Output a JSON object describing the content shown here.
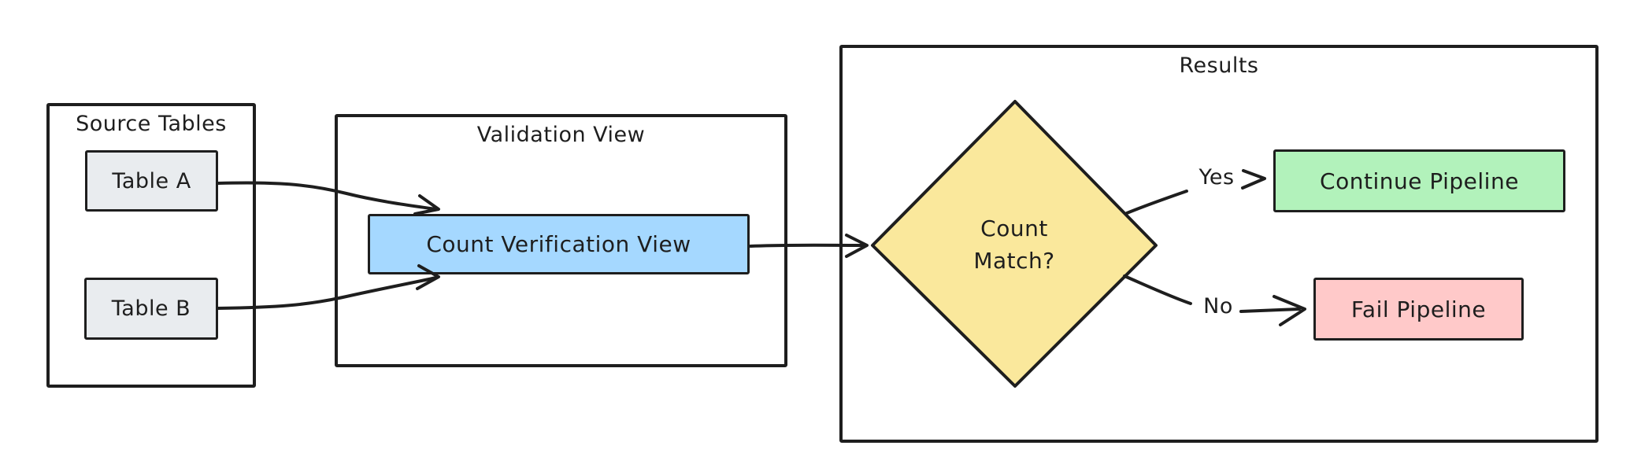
{
  "diagram": {
    "background_color": "#ffffff",
    "stroke_color": "#1e1e1e",
    "groups": {
      "source_tables": {
        "title": "Source Tables"
      },
      "validation_view": {
        "title": "Validation View"
      },
      "results": {
        "title": "Results"
      }
    },
    "nodes": {
      "table_a": {
        "label": "Table A",
        "fill": "#e9ecef"
      },
      "table_b": {
        "label": "Table B",
        "fill": "#e9ecef"
      },
      "count_verification_view": {
        "label": "Count Verification View",
        "fill": "#a5d8ff"
      },
      "count_match": {
        "label_lines": [
          "Count",
          "Match?"
        ],
        "fill": "#fae89c"
      },
      "continue_pipeline": {
        "label": "Continue Pipeline",
        "fill": "#b2f2bb"
      },
      "fail_pipeline": {
        "label": "Fail Pipeline",
        "fill": "#ffc9c9"
      }
    },
    "edge_labels": {
      "yes": "Yes",
      "no": "No"
    }
  }
}
